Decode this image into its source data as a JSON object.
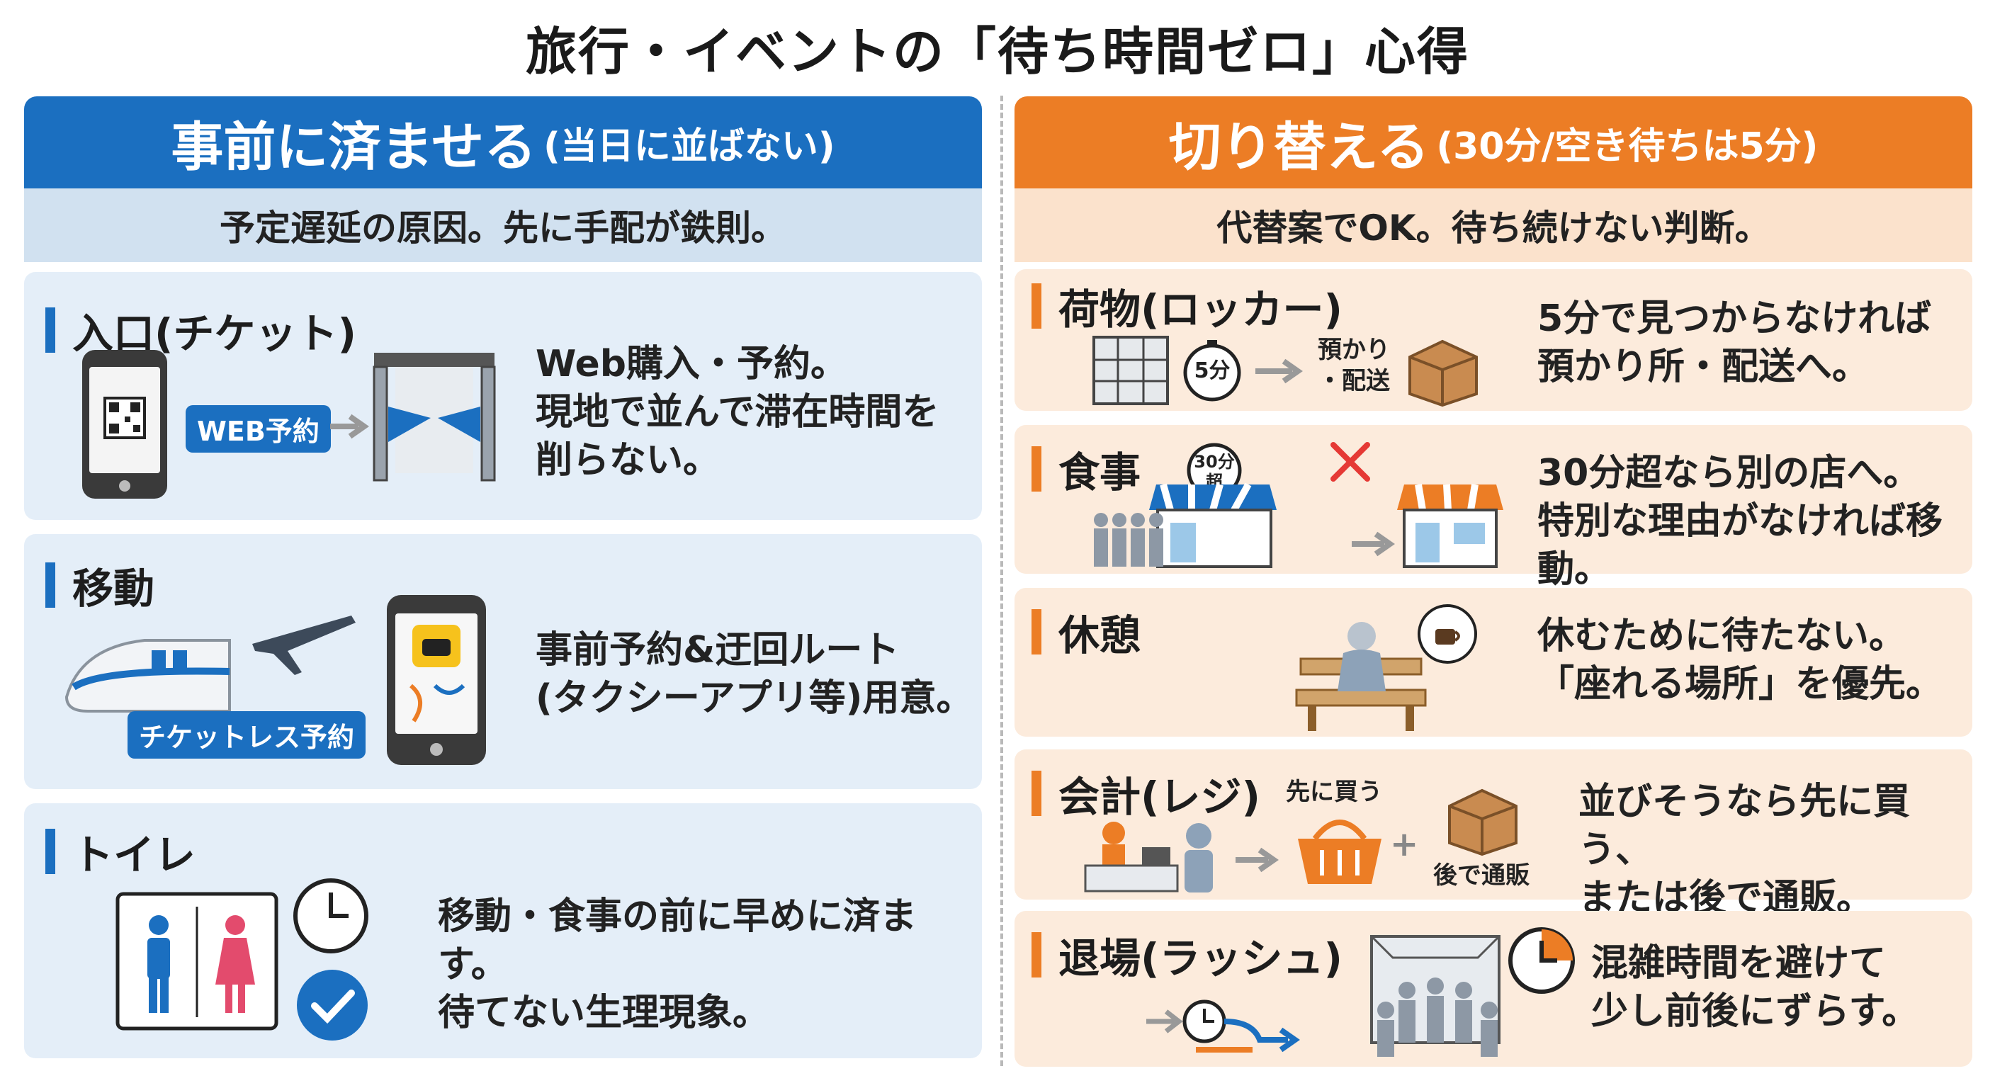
{
  "title": "旅行・イベントの「待ち時間ゼロ」心得",
  "left": {
    "header_main": "事前に済ませる",
    "header_sub": "(当日に並ばない)",
    "subtitle": "予定遅延の原因。先に手配が鉄則。",
    "cards": [
      {
        "title": "入口(チケット)",
        "tag": "WEB予約",
        "desc": "Web購入・予約。\n現地で並んで滞在時間を\n削らない。"
      },
      {
        "title": "移動",
        "tag": "チケットレス予約",
        "desc": "事前予約&迂回ルート\n(タクシーアプリ等)用意。"
      },
      {
        "title": "トイレ",
        "desc": "移動・食事の前に早めに済ます。\n待てない生理現象。"
      }
    ]
  },
  "right": {
    "header_main": "切り替える",
    "header_sub": "(30分/空き待ちは5分)",
    "subtitle": "代替案でOK。待ち続けない判断。",
    "cards": [
      {
        "title": "荷物(ロッカー)",
        "timer": "5分",
        "note": "預かり\n・配送",
        "desc": "5分で見つからなければ\n預かり所・配送へ。"
      },
      {
        "title": "食事",
        "timer": "30分\n超",
        "desc": "30分超なら別の店へ。\n特別な理由がなければ移動。"
      },
      {
        "title": "休憩",
        "desc": "休むために待たない。\n「座れる場所」を優先。"
      },
      {
        "title": "会計(レジ)",
        "note_buy": "先に買う",
        "note_mail": "後で通販",
        "desc": "並びそうなら先に買う、\nまたは後で通販。"
      },
      {
        "title": "退場(ラッシュ)",
        "desc": "混雑時間を避けて\n少し前後にずらす。"
      }
    ]
  },
  "colors": {
    "blue": "#1b6fc0",
    "orange": "#ec7d25",
    "light_blue": "#e4eef8",
    "light_orange": "#fcebdc"
  }
}
